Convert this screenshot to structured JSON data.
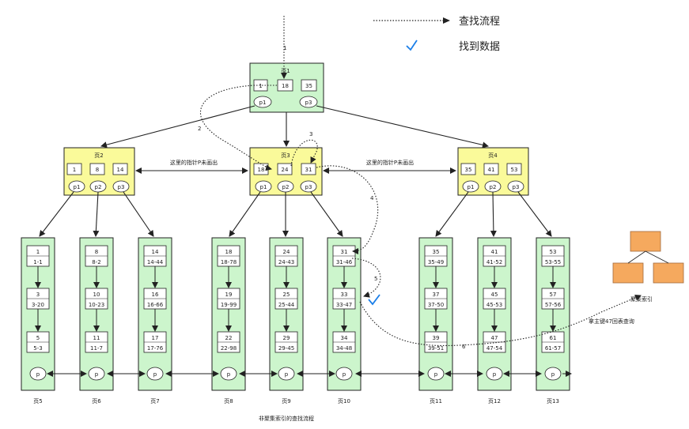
{
  "legend": {
    "flow_label": "查找流程",
    "found_label": "找到数据"
  },
  "caption": "非聚集索引的查找流程",
  "pages": {
    "page1": {
      "title": "页1",
      "keys": [
        "1",
        "18",
        "35"
      ],
      "pointers": [
        "p1",
        "p3"
      ]
    },
    "page2": {
      "title": "页2",
      "keys": [
        "1",
        "8",
        "14"
      ],
      "pointers": [
        "p1",
        "p2",
        "p3"
      ]
    },
    "page3": {
      "title": "页3",
      "keys": [
        "18",
        "24",
        "31"
      ],
      "pointers": [
        "p1",
        "p2",
        "p3"
      ]
    },
    "page4": {
      "title": "页4",
      "keys": [
        "35",
        "41",
        "53"
      ],
      "pointers": [
        "p1",
        "p2",
        "p3"
      ]
    }
  },
  "notes": {
    "left": "这里的指针P未画出",
    "right": "这里的指针P未画出",
    "lookup": "拿主键47回表查询",
    "cluster": "聚集索引"
  },
  "step_labels": [
    "1",
    "2",
    "3",
    "4",
    "5",
    "6"
  ],
  "leaves": [
    {
      "label": "页5",
      "entries": [
        [
          "1",
          "1-1"
        ],
        [
          "3",
          "3-20"
        ],
        [
          "5",
          "5-3"
        ]
      ],
      "pointer": "p"
    },
    {
      "label": "页6",
      "entries": [
        [
          "8",
          "8-2"
        ],
        [
          "10",
          "10-23"
        ],
        [
          "11",
          "11-7"
        ]
      ],
      "pointer": "p"
    },
    {
      "label": "页7",
      "entries": [
        [
          "14",
          "14-44"
        ],
        [
          "16",
          "16-66"
        ],
        [
          "17",
          "17-76"
        ]
      ],
      "pointer": "p"
    },
    {
      "label": "页8",
      "entries": [
        [
          "18",
          "18-78"
        ],
        [
          "19",
          "19-99"
        ],
        [
          "22",
          "22-98"
        ]
      ],
      "pointer": "p"
    },
    {
      "label": "页9",
      "entries": [
        [
          "24",
          "24-43"
        ],
        [
          "25",
          "25-44"
        ],
        [
          "29",
          "29-45"
        ]
      ],
      "pointer": "p"
    },
    {
      "label": "页10",
      "entries": [
        [
          "31",
          "31-46"
        ],
        [
          "33",
          "33-47"
        ],
        [
          "34",
          "34-48"
        ]
      ],
      "pointer": "p"
    },
    {
      "label": "页11",
      "entries": [
        [
          "35",
          "35-49"
        ],
        [
          "37",
          "37-50"
        ],
        [
          "39",
          "39-51"
        ]
      ],
      "pointer": "p"
    },
    {
      "label": "页12",
      "entries": [
        [
          "41",
          "41-52"
        ],
        [
          "45",
          "45-53"
        ],
        [
          "47",
          "47-54"
        ]
      ],
      "pointer": "p"
    },
    {
      "label": "页13",
      "entries": [
        [
          "53",
          "53-55"
        ],
        [
          "57",
          "57-56"
        ],
        [
          "61",
          "61-57"
        ]
      ],
      "pointer": "p"
    }
  ],
  "colors": {
    "root_fill": "#ccf5cc",
    "internal_fill": "#fafa9a",
    "leaf_fill": "#ccf5cc",
    "cluster_fill": "#f5a95e",
    "check": "#1a7ee8",
    "line": "#222222"
  }
}
